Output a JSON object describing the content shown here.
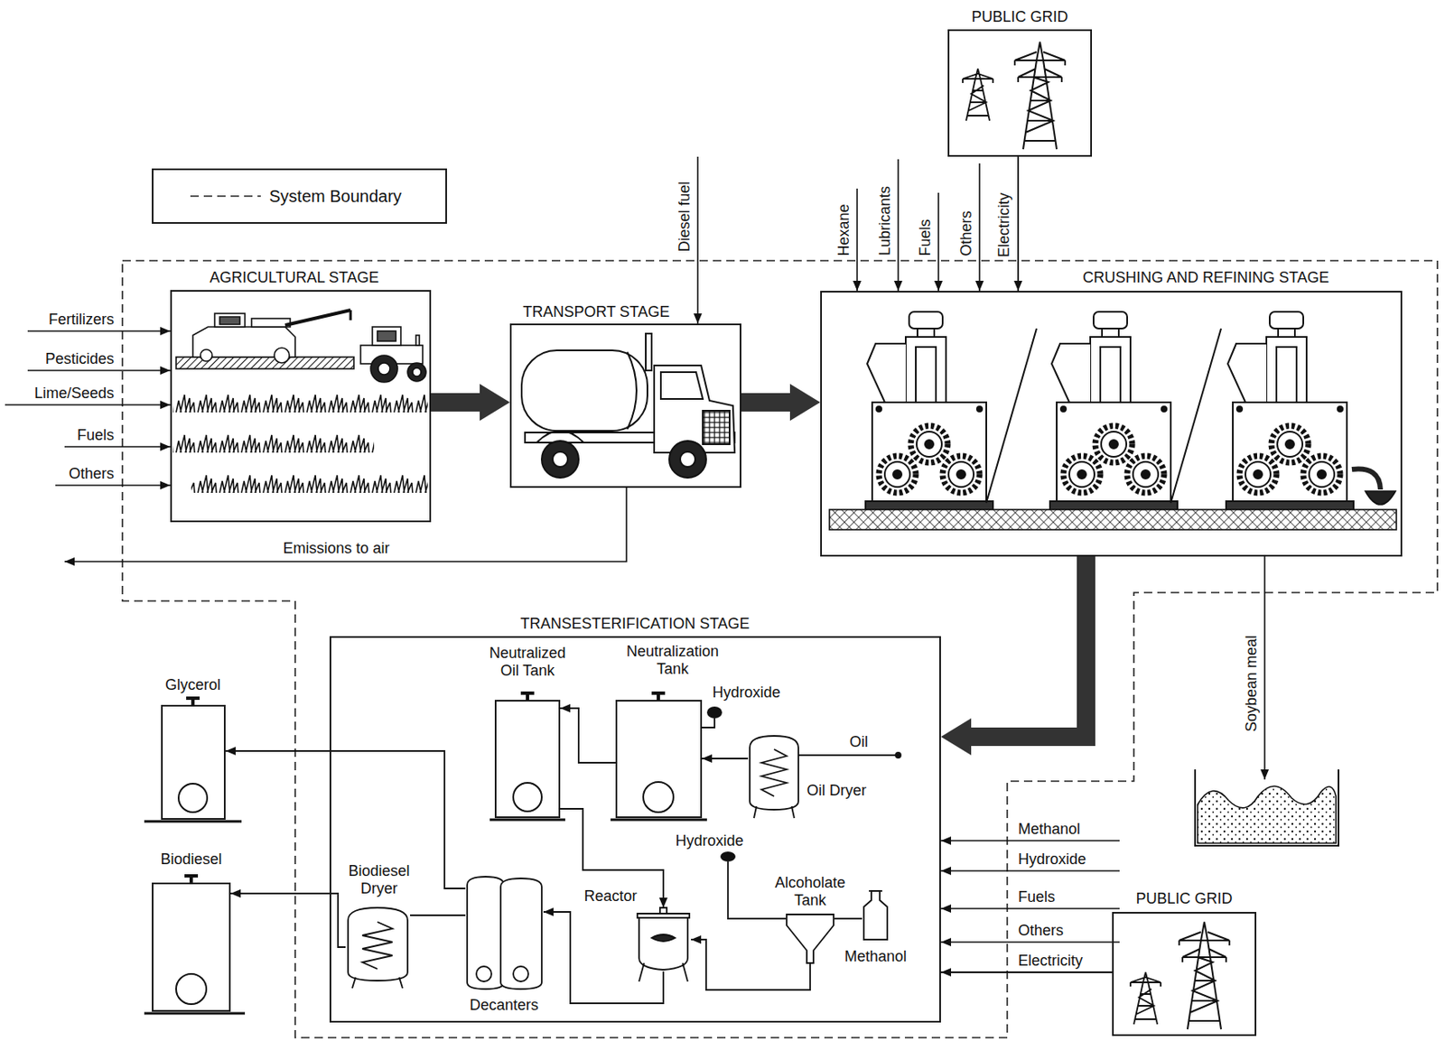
{
  "diagram": {
    "nodes": [
      {
        "text": [
          "PUBLIC GRID"
        ]
      },
      {
        "text": [
          "AGRICULTURAL STAGE"
        ]
      },
      {
        "text": [
          "TRANSPORT STAGE"
        ]
      },
      {
        "text": [
          "CRUSHING AND REFINING STAGE"
        ]
      },
      {
        "text": [
          "TRANSESTERIFICATION STAGE"
        ]
      },
      {
        "text": [
          "Neutralized Oil Tank"
        ],
        "in": 4
      },
      {
        "text": [
          "Neutralization Tank"
        ],
        "in": 4
      },
      {
        "text": [
          "Oil Dryer"
        ],
        "in": 4
      },
      {
        "text": [
          "Alcoholate Tank"
        ],
        "in": 4
      },
      {
        "text": [
          "Methanol"
        ],
        "in": 4
      },
      {
        "text": [
          "Reactor"
        ],
        "in": 4
      },
      {
        "text": [
          "Decanters"
        ],
        "in": 4
      },
      {
        "text": [
          "Biodiesel Dryer"
        ],
        "in": 4
      },
      {
        "text": [
          "Glycerol"
        ]
      },
      {
        "text": [
          "Biodiesel"
        ]
      },
      {
        "text": [
          "PUBLIC GRID"
        ]
      }
    ],
    "edges": [
      {
        "from": 1,
        "to": 2,
        "arrow": "to"
      },
      {
        "from": 2,
        "to": 3,
        "arrow": "to"
      },
      {
        "from": 0,
        "to": 3,
        "label": "Electricity",
        "arrow": "to"
      },
      {
        "from": 3,
        "to": 4,
        "arrow": "to"
      },
      {
        "from": 7,
        "to": 6,
        "arrow": "to"
      },
      {
        "from": 6,
        "to": 5,
        "arrow": "to"
      },
      {
        "from": 5,
        "to": 10,
        "arrow": "to"
      },
      {
        "from": 9,
        "to": 8,
        "arrow": "none"
      },
      {
        "from": 8,
        "to": 10,
        "arrow": "to"
      },
      {
        "from": 10,
        "to": 11,
        "arrow": "to"
      },
      {
        "from": 11,
        "to": 12,
        "arrow": "none"
      },
      {
        "from": 11,
        "to": 13,
        "arrow": "to"
      },
      {
        "from": 12,
        "to": 14,
        "arrow": "to"
      },
      {
        "from": 15,
        "to": 4,
        "label": "Electricity",
        "arrow": "to"
      }
    ],
    "labels": [
      "Diesel fuel",
      "Hexane",
      "Lubricants",
      "Fuels",
      "Others",
      "Fertilizers",
      "Pesticides",
      "Lime/Seeds",
      "Fuels",
      "Others",
      "Emissions to air",
      "Soybean meal",
      "Hydroxide",
      "Oil",
      "Hydroxide",
      "Methanol",
      "Hydroxide",
      "Fuels",
      "Others"
    ],
    "legend": [
      {
        "text": "System Boundary"
      }
    ]
  }
}
